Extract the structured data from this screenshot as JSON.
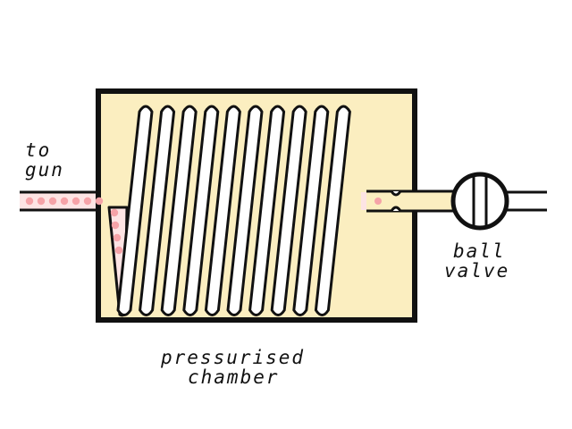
{
  "labels": {
    "to_gun": [
      "to",
      "gun"
    ],
    "ball_valve": [
      "ball",
      "valve"
    ],
    "chamber": [
      "pressurised",
      "chamber"
    ]
  },
  "components": {
    "chamber": "pressurised-chamber",
    "coil": "coiled-tube",
    "valve": "ball-valve",
    "ammo": "pellets"
  },
  "colors": {
    "outline": "#111111",
    "chamber_fill": "#fbeec0",
    "tube_fill": "#ffffff",
    "pipe_fill": "#fbeec0",
    "pellet": "#f5a3a8",
    "pellet_tube": "#fde4e4"
  },
  "coil": {
    "turns": 10
  }
}
